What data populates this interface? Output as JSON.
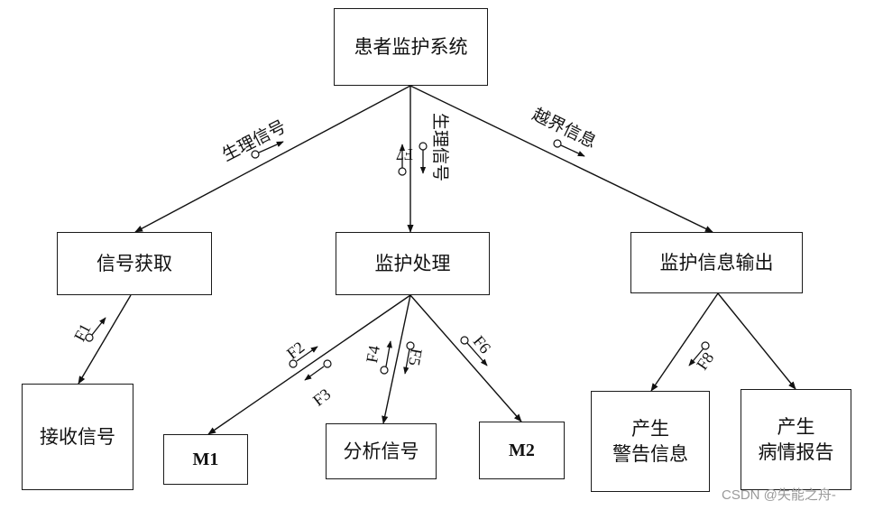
{
  "diagram": {
    "root": "患者监护系统",
    "modules": {
      "signal_acquire": "信号获取",
      "monitor_process": "监护处理",
      "monitor_output": "监护信息输出"
    },
    "leaves": {
      "receive_signal": "接收信号",
      "m1": "M1",
      "analyze_signal": "分析信号",
      "m2": "M2",
      "gen_alarm": [
        "产生",
        "警告信息"
      ],
      "gen_report": [
        "产生",
        "病情报告"
      ]
    },
    "edge_labels": {
      "left": "生理信号",
      "center": "生理信号",
      "right": "越界信息"
    },
    "flows": {
      "f1": "F1",
      "f2": "F2",
      "f3": "F3",
      "f4": "F4",
      "f5": "F5",
      "f6": "F6",
      "f7": "F7",
      "f8": "F8"
    }
  },
  "watermark": "CSDN @失能之舟-"
}
